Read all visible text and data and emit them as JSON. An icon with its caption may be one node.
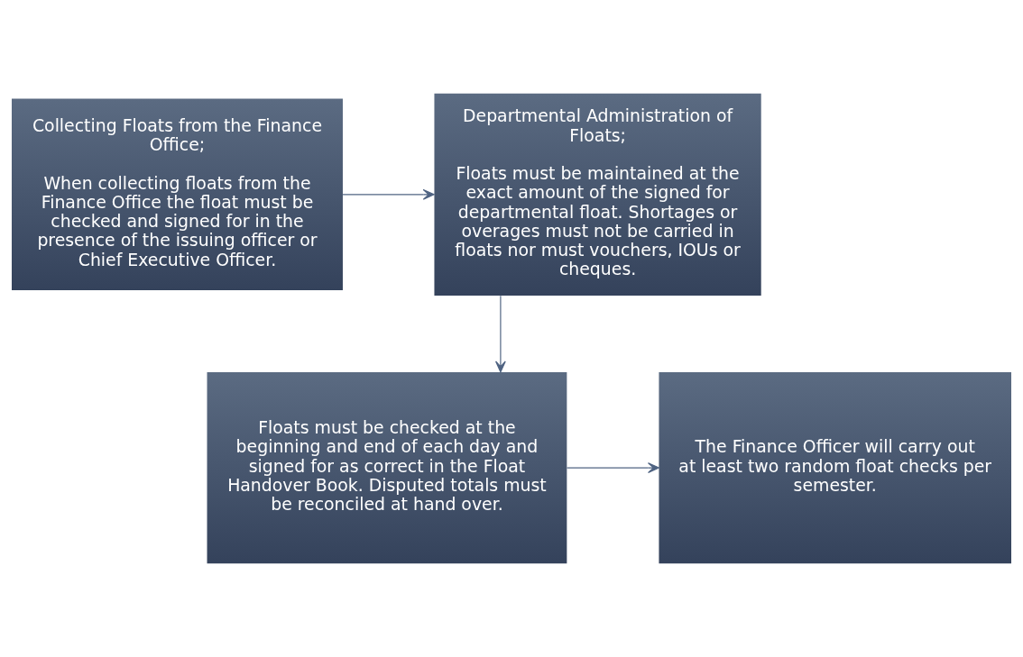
{
  "diagram": {
    "nodes": [
      {
        "text": [
          "Collecting Floats from the Finance Office;",
          "When collecting floats from the Finance Office the float must be checked and signed for in the presence of the issuing officer or Chief Executive Officer."
        ]
      },
      {
        "text": [
          "Departmental Administration of Floats;",
          "Floats must be maintained at the exact amount of the signed for departmental float. Shortages or overages must not be carried in floats nor must vouchers, IOUs or cheques."
        ]
      },
      {
        "text": [
          "Floats must be checked at the beginning and end of each day and signed for as correct in the Float Handover Book. Disputed totals must be reconciled at hand over."
        ]
      },
      {
        "text": [
          "The Finance Officer will carry out at least two random float checks per semester."
        ]
      }
    ],
    "edges": [
      {
        "from": 0,
        "to": 1,
        "arrow": "to"
      },
      {
        "from": 1,
        "to": 2,
        "arrow": "to"
      },
      {
        "from": 2,
        "to": 3,
        "arrow": "to"
      }
    ]
  }
}
